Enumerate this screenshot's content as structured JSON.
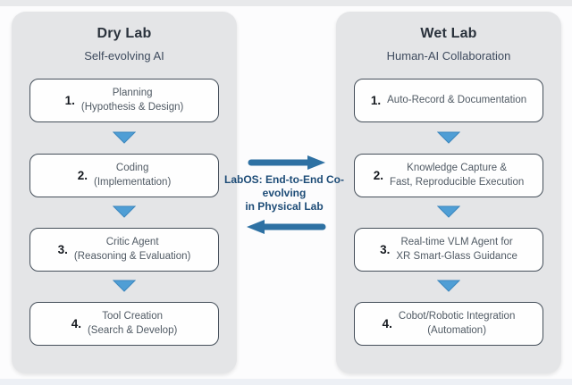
{
  "left_panel": {
    "title": "Dry Lab",
    "subtitle": "Self-evolving AI",
    "steps": [
      {
        "number": "1.",
        "line1": "Planning",
        "line2": "(Hypothesis & Design)"
      },
      {
        "number": "2.",
        "line1": "Coding",
        "line2": "(Implementation)"
      },
      {
        "number": "3.",
        "line1": "Critic Agent",
        "line2": "(Reasoning & Evaluation)"
      },
      {
        "number": "4.",
        "line1": "Tool Creation",
        "line2": "(Search & Develop)"
      }
    ]
  },
  "right_panel": {
    "title": "Wet Lab",
    "subtitle": "Human-AI Collaboration",
    "steps": [
      {
        "number": "1.",
        "line1": "Auto-Record & Documentation",
        "line2": ""
      },
      {
        "number": "2.",
        "line1": "Knowledge Capture &",
        "line2": "Fast, Reproducible Execution"
      },
      {
        "number": "3.",
        "line1": "Real-time VLM Agent for",
        "line2": "XR Smart-Glass Guidance"
      },
      {
        "number": "4.",
        "line1": "Cobot/Robotic Integration",
        "line2": "(Automation)"
      }
    ]
  },
  "center": {
    "line1": "LabOS: End-to-End Co-",
    "line2": "evolving",
    "line3": "in Physical Lab"
  },
  "colors": {
    "panel_background": "#e4e5e7",
    "box_border": "#454f5a",
    "down_arrow_blue": "#4f9ed5",
    "horizontal_arrow_blue": "#2e71a3",
    "center_label_navy": "#1d4c77"
  }
}
